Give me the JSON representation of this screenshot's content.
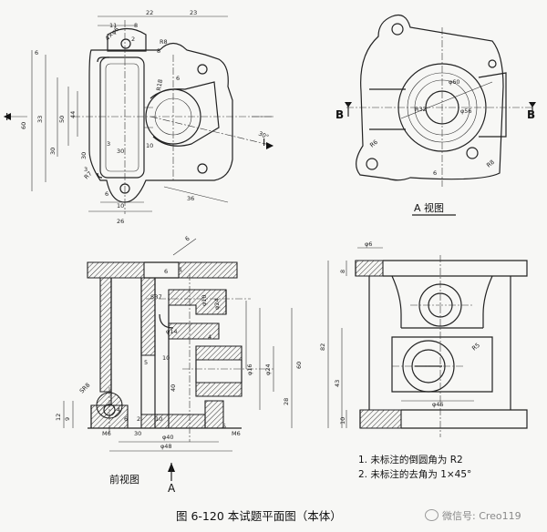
{
  "views": {
    "top_view_dims": [
      "11",
      "8",
      "22",
      "23",
      "4×φ6",
      "2",
      "6",
      "R8",
      "8",
      "R18",
      "6",
      "60",
      "50",
      "44",
      "33",
      "30",
      "10",
      "3",
      "30",
      "3",
      "30°",
      "R7",
      "6",
      "36",
      "10",
      "26",
      "I",
      "I"
    ],
    "a_view_dims": [
      "φ60",
      "R32",
      "φ56",
      "R6",
      "R8",
      "6",
      "B",
      "B"
    ],
    "a_view_label": "A 视图",
    "front_view_label": "前视图",
    "front_view_dims": [
      "6",
      "1",
      "SR7",
      "φ10",
      "φ24",
      "φ14",
      "4",
      "10",
      "φ16",
      "φ24",
      "40",
      "28",
      "60",
      "SR8",
      "5",
      "2",
      "12",
      "9",
      "30",
      "φ40",
      "φ48",
      "M6",
      "4",
      "6",
      "10",
      "M6",
      "5",
      "A"
    ],
    "right_view_dims": [
      "φ6",
      "8",
      "R5",
      "82",
      "43",
      "φ46",
      "10"
    ]
  },
  "notes": [
    "1. 未标注的倒圆角为 R2",
    "2. 未标注的去角为 1×45°"
  ],
  "caption": "图 6-120   本试题平面图（本体）",
  "watermark": "微信号: Creo119"
}
